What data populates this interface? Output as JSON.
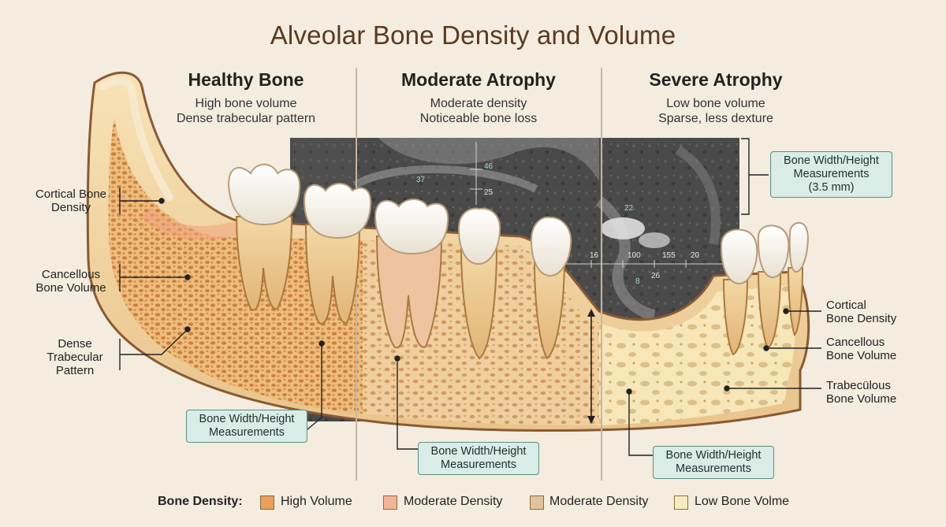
{
  "title": "Alveolar Bone Density and Volume",
  "columns": [
    {
      "heading": "Healthy Bone",
      "line1": "High bone volume",
      "line2": "Dense trabecular pattern"
    },
    {
      "heading": "Moderate Atrophy",
      "line1": "Moderate density",
      "line2": "Noticeable bone loss"
    },
    {
      "heading": "Severe Atrophy",
      "line1": "Low bone volume",
      "line2": "Sparse, less dexture"
    }
  ],
  "left_labels": {
    "cortical": [
      "Cortical Bone",
      "Density"
    ],
    "cancellous": [
      "Cancellous",
      "Bone Volume"
    ],
    "dense": [
      "Dense",
      "Trabecular",
      "Pattern"
    ]
  },
  "right_labels": {
    "cortical": [
      "Cortical",
      "Bone Density"
    ],
    "cancellous": [
      "Cancellous",
      "Bone Volume"
    ],
    "trabecular": [
      "Trabecülous",
      "Bone Volume"
    ]
  },
  "measure_boxes": {
    "top_right": [
      "Bone Width/Height",
      "Measurements",
      "(3.5 mm)"
    ],
    "left": [
      "Bone Width/Height",
      "Measurements"
    ],
    "middle": [
      "Bone Width/Height",
      "Measurements"
    ],
    "right": [
      "Bone Width/Height",
      "Measurements"
    ]
  },
  "ct_marks": [
    "46",
    "25",
    "37",
    "22",
    "16",
    "100",
    "155",
    "20",
    "26",
    "8"
  ],
  "legend": {
    "title": "Bone Density:",
    "items": [
      {
        "label": "High Volume",
        "color": "#e8a05a"
      },
      {
        "label": "Moderate Density",
        "color": "#f2b496"
      },
      {
        "label": "Moderate Density",
        "color": "#e2c29a"
      },
      {
        "label": "Low Bone Volme",
        "color": "#f8ecbe"
      }
    ]
  },
  "colors": {
    "background": "#f4ecdf",
    "bone_outline": "#8a5a35",
    "box_fill": "#d9ece6",
    "box_border": "#5f8c86"
  }
}
